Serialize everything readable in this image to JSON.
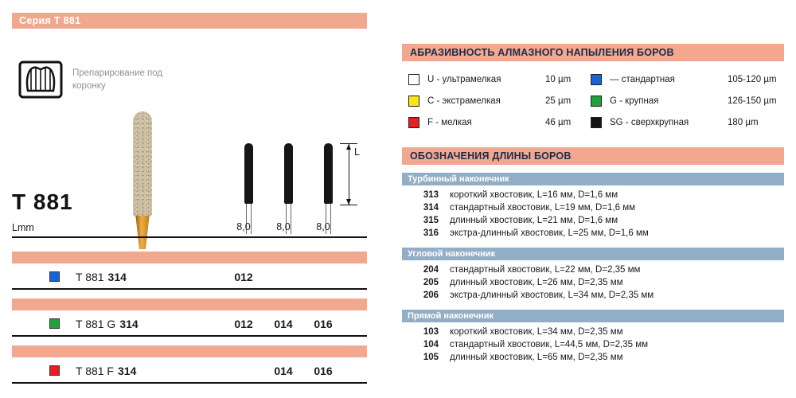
{
  "series": {
    "title": "Серия Т 881"
  },
  "colors": {
    "salmon": "#f2a88f",
    "section_header": "#92aec6",
    "blue": "#1565d8",
    "green": "#1ea23a",
    "red": "#e51e1e",
    "yellow": "#f6e41c",
    "black": "#141414",
    "white": "#ffffff"
  },
  "product": {
    "application": "Препарирование под коронку",
    "model": "T 881",
    "unit_label": "Lmm",
    "dimension_label": "L",
    "tip_widths": [
      "8,0",
      "8,0",
      "8,0"
    ],
    "rows": [
      {
        "swatch": "#1565d8",
        "prefix": "T 881",
        "code": "314",
        "sizes": [
          "012",
          "",
          ""
        ]
      },
      {
        "swatch": "#1ea23a",
        "prefix": "T 881 G",
        "code": "314",
        "sizes": [
          "012",
          "014",
          "016"
        ]
      },
      {
        "swatch": "#e51e1e",
        "prefix": "T 881 F",
        "code": "314",
        "sizes": [
          "",
          "014",
          "016"
        ]
      }
    ]
  },
  "abrasiveness": {
    "title": "АБРАЗИВНОСТЬ АЛМАЗНОГО НАПЫЛЕНИЯ БОРОВ",
    "columns": [
      {
        "items": [
          {
            "swatch": "#ffffff",
            "label": "U - ультрамелкая",
            "size": "10 µm"
          },
          {
            "swatch": "#f6e41c",
            "label": "C - экстрамелкая",
            "size": "25 µm"
          },
          {
            "swatch": "#e51e1e",
            "label": "F - мелкая",
            "size": "46 µm"
          }
        ]
      },
      {
        "items": [
          {
            "swatch": "#1565d8",
            "label": "— стандартная",
            "size": "105-120 µm"
          },
          {
            "swatch": "#1ea23a",
            "label": "G - крупная",
            "size": "126-150 µm"
          },
          {
            "swatch": "#141414",
            "label": "SG - сверхкрупная",
            "size": "180 µm"
          }
        ]
      }
    ]
  },
  "lengths": {
    "title": "ОБОЗНАЧЕНИЯ ДЛИНЫ БОРОВ",
    "sections": [
      {
        "name": "Турбинный наконечник",
        "rows": [
          {
            "code": "313",
            "desc": "короткий хвостовик, L=16 мм, D=1,6 мм"
          },
          {
            "code": "314",
            "desc": "стандартный хвостовик, L=19 мм, D=1,6 мм"
          },
          {
            "code": "315",
            "desc": "длинный хвостовик, L=21 мм, D=1,6 мм"
          },
          {
            "code": "316",
            "desc": "экстра-длинный хвостовик, L=25 мм, D=1,6 мм"
          }
        ]
      },
      {
        "name": "Угловой наконечник",
        "rows": [
          {
            "code": "204",
            "desc": "стандартный хвостовик, L=22 мм, D=2,35 мм"
          },
          {
            "code": "205",
            "desc": "длинный хвостовик, L=26 мм, D=2,35 мм"
          },
          {
            "code": "206",
            "desc": "экстра-длинный хвостовик, L=34 мм, D=2,35 мм"
          }
        ]
      },
      {
        "name": "Прямой наконечник",
        "rows": [
          {
            "code": "103",
            "desc": "короткий хвостовик, L=34 мм, D=2,35 мм"
          },
          {
            "code": "104",
            "desc": "стандартный хвостовик, L=44,5 мм, D=2,35 мм"
          },
          {
            "code": "105",
            "desc": "длинный хвостовик, L=65 мм, D=2,35 мм"
          }
        ]
      }
    ]
  }
}
